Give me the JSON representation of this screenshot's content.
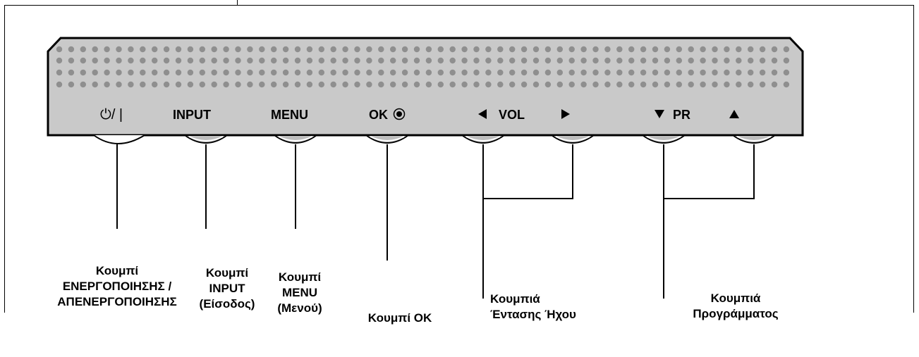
{
  "panel_labels": {
    "power": "⏻/ |",
    "input": "INPUT",
    "menu": "MENU",
    "ok": "OK",
    "vol": "VOL",
    "pr": "PR"
  },
  "callouts": {
    "power": [
      "Κουμπί",
      "ΕΝΕΡΓΟΠΟΙΗΣΗΣ /",
      "ΑΠΕΝΕΡΓΟΠΟΙΗΣΗΣ"
    ],
    "input": [
      "Κουμπί",
      "INPUT",
      "(Είσοδος)"
    ],
    "menu": [
      "Κουμπί",
      "MENU",
      "(Μενού)"
    ],
    "ok": [
      "Κουμπί ΟΚ"
    ],
    "vol": [
      "Κουμπιά",
      "Έντασης Ήχου"
    ],
    "pr": [
      "Κουμπιά",
      "Προγράμματος"
    ]
  },
  "colors": {
    "panel_fill": "#c9c9c9",
    "dot": "#8f8f8f",
    "button_fill": "#bdbdbd",
    "line": "#000000"
  }
}
